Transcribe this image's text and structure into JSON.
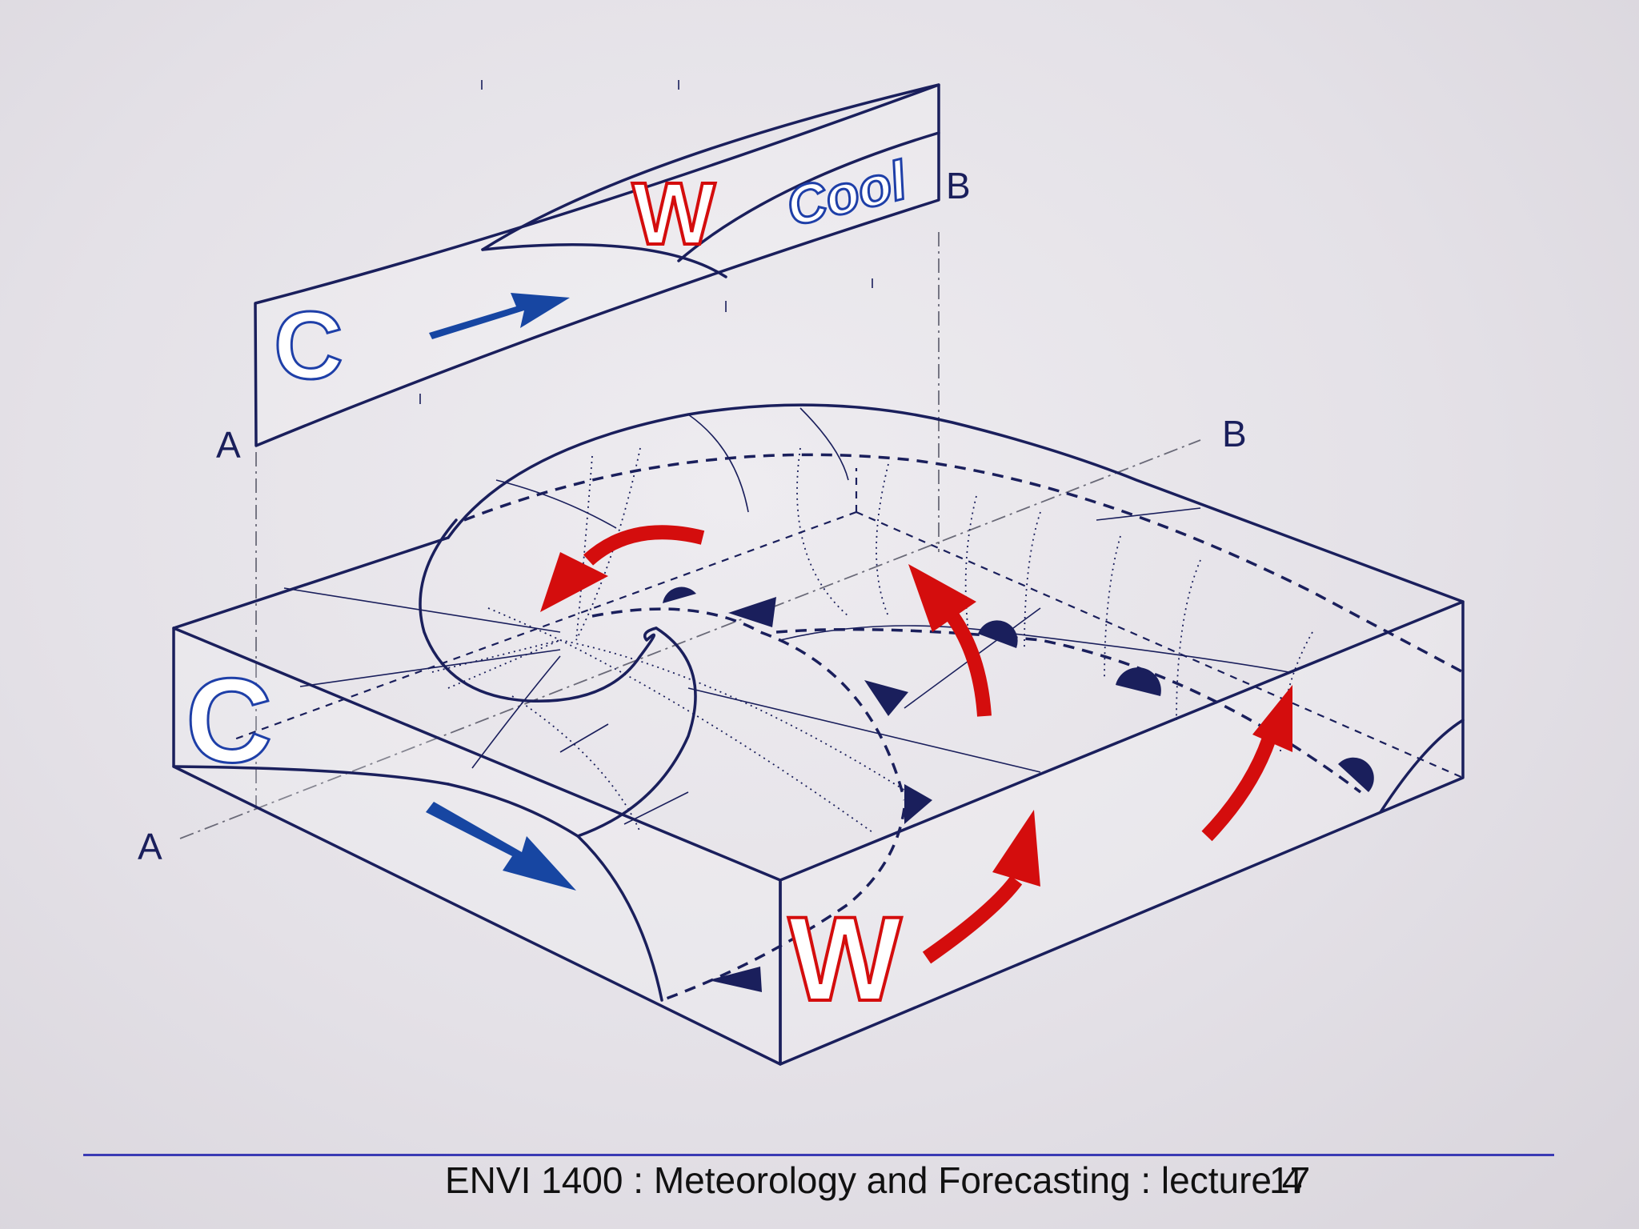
{
  "diagram": {
    "upper_section": {
      "label_left": "A",
      "label_right": "B",
      "cold_letter": "C",
      "warm_letter": "W",
      "cool_word": "Cool"
    },
    "block": {
      "label_a": "A",
      "label_b": "B",
      "cold_letter": "C",
      "warm_letter": "W"
    },
    "colors": {
      "line": "#1a1f5c",
      "cold_arrow": "#1746a2",
      "warm_arrow": "#d40d0d",
      "background": "#e6e3e9"
    }
  },
  "footer": {
    "course_text": "ENVI 1400 : Meteorology and Forecasting : lecture 4",
    "slide_number": "17"
  }
}
